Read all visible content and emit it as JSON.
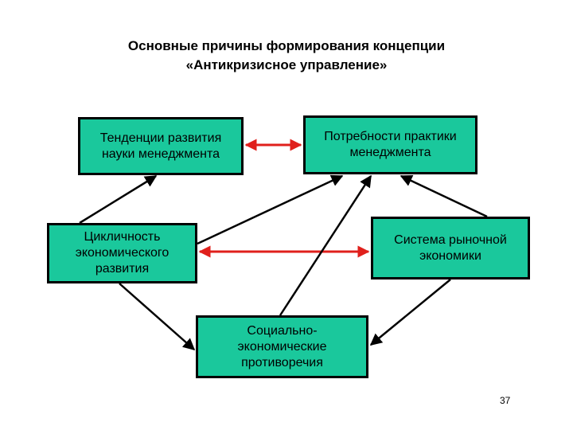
{
  "title": {
    "line1": "Основные причины формирования концепции",
    "line2": "«Антикризисное управление»"
  },
  "boxes": {
    "b1": {
      "line1": "Тенденции развития",
      "line2": "науки менеджмента"
    },
    "b2": {
      "line1": "Потребности практики",
      "line2": "менеджмента"
    },
    "b3": {
      "line1": "Цикличность",
      "line2": "экономического",
      "line3": "развития"
    },
    "b4": {
      "line1": "Система рыночной",
      "line2": "экономики"
    },
    "b5": {
      "line1": "Социально-",
      "line2": "экономические",
      "line3": "противоречия"
    }
  },
  "colors": {
    "box_fill": "#1ac89c",
    "box_border": "#000000",
    "arrow_black": "#000000",
    "arrow_red": "#e0201c"
  },
  "page_number": "37"
}
